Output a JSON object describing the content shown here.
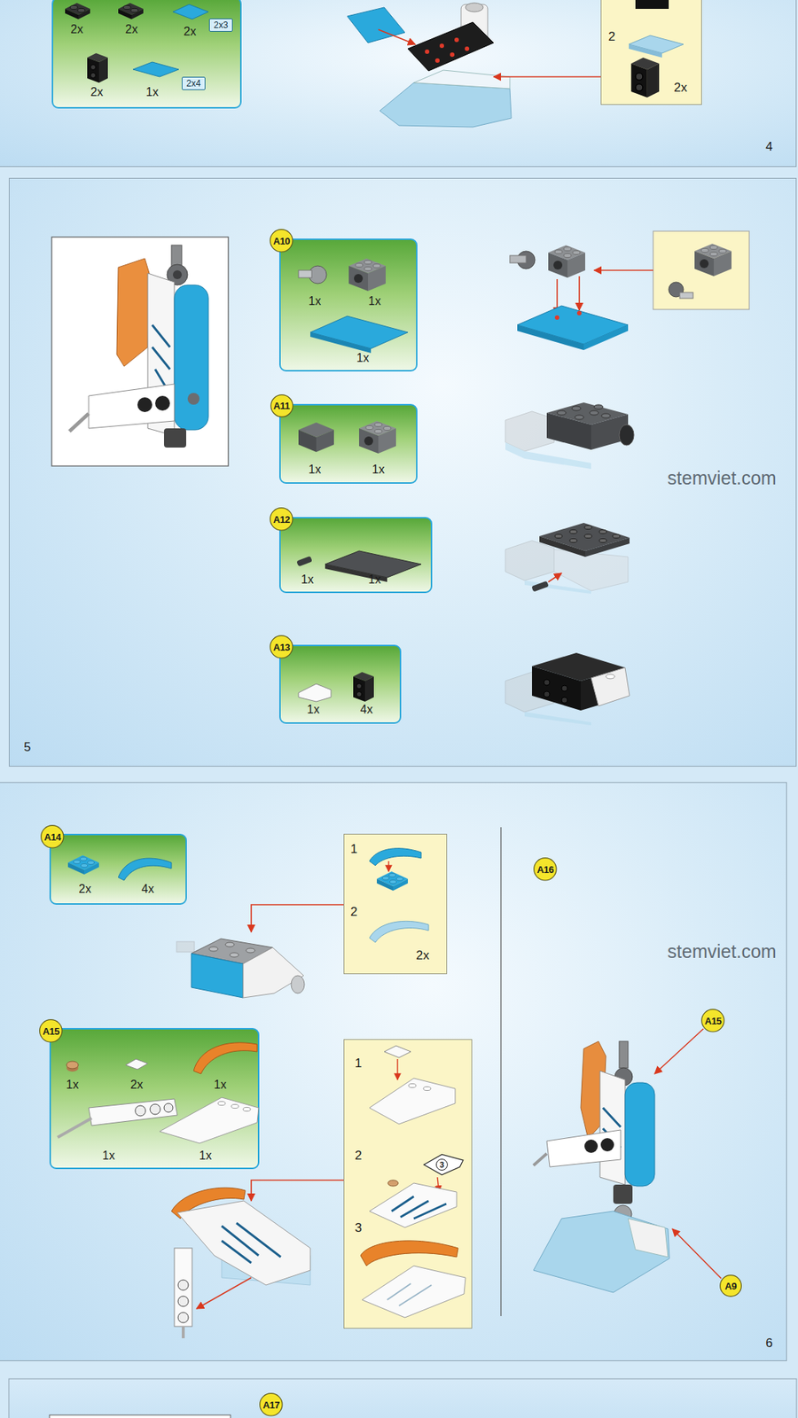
{
  "diagram": {
    "nodes": [
      {
        "text": [
          "4"
        ]
      },
      {
        "text": [
          "2x",
          "2x",
          "2x",
          "2x",
          "1x"
        ],
        "in": 0
      },
      {
        "text": [
          "2x3"
        ],
        "in": 1
      },
      {
        "text": [
          "2x4"
        ],
        "in": 1
      },
      {
        "text": [
          "2",
          "2x"
        ],
        "in": 0
      },
      {
        "text": [
          "5"
        ]
      },
      {
        "text": [
          "A10"
        ],
        "in": 5
      },
      {
        "text": [
          "1x",
          "1x",
          "1x"
        ],
        "in": 5
      },
      {
        "text": [
          "A11"
        ],
        "in": 5
      },
      {
        "text": [
          "1x",
          "1x"
        ],
        "in": 5
      },
      {
        "text": [
          "A12"
        ],
        "in": 5
      },
      {
        "text": [
          "1x",
          "1x"
        ],
        "in": 5
      },
      {
        "text": [
          "A13"
        ],
        "in": 5
      },
      {
        "text": [
          "1x",
          "4x"
        ],
        "in": 5
      },
      {
        "text": [
          "6"
        ]
      },
      {
        "text": [
          "A14"
        ],
        "in": 14
      },
      {
        "text": [
          "2x",
          "4x"
        ],
        "in": 14
      },
      {
        "text": [
          "1",
          "2",
          "2x"
        ],
        "in": 14
      },
      {
        "text": [
          "A16"
        ],
        "in": 14
      },
      {
        "text": [
          "A15"
        ],
        "in": 14
      },
      {
        "text": [
          "1x",
          "2x",
          "1x",
          "1x",
          "1x"
        ],
        "in": 14
      },
      {
        "text": [
          "1",
          "2",
          "3"
        ],
        "in": 14
      },
      {
        "text": [
          "3"
        ],
        "in": 21
      },
      {
        "text": [
          "A15"
        ],
        "in": 14
      },
      {
        "text": [
          "A9"
        ],
        "in": 14
      },
      {
        "text": [
          "A17"
        ]
      }
    ],
    "labels": [
      "stemviet.com",
      "stemviet.com"
    ]
  }
}
